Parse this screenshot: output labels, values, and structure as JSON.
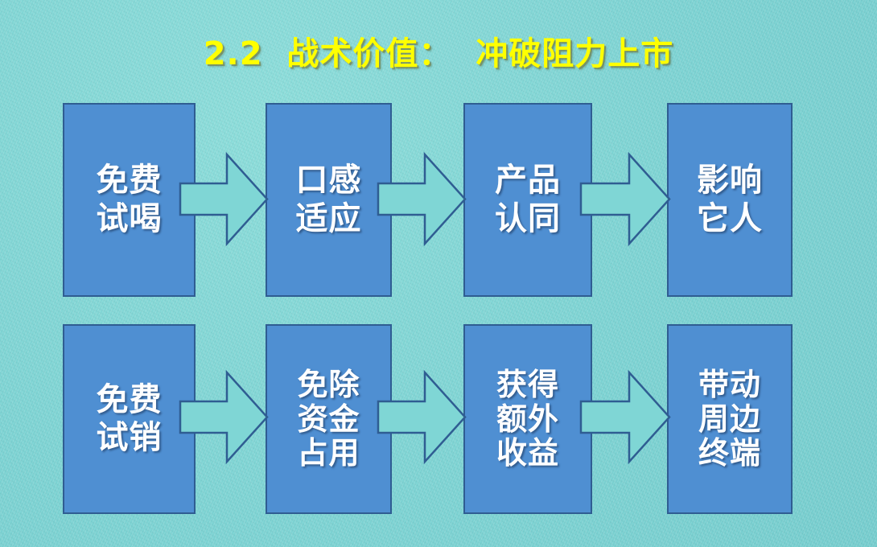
{
  "slide": {
    "title": "2.2  战术价值：  冲破阻力上市",
    "background_color": "#7fd6d5",
    "title_color": "#ffff00",
    "box_fill_color": "#4f8fd2",
    "box_border_color": "#2f5d92",
    "box_text_color": "#ffffff",
    "arrow_fill_color": "#7fd6d5",
    "arrow_border_color": "#2f5d92"
  },
  "flow": {
    "rows": [
      {
        "name": "tactical-value-row-1",
        "nodes": [
          {
            "label": "免费\n试喝"
          },
          {
            "label": "口感\n适应"
          },
          {
            "label": "产品\n认同"
          },
          {
            "label": "影响\n它人"
          }
        ],
        "arrows": [
          {
            "name": "arrow-row1-1"
          },
          {
            "name": "arrow-row1-2"
          },
          {
            "name": "arrow-row1-3"
          }
        ]
      },
      {
        "name": "tactical-value-row-2",
        "nodes": [
          {
            "label": "免费\n试销"
          },
          {
            "label": "免除\n资金\n占用"
          },
          {
            "label": "获得\n额外\n收益"
          },
          {
            "label": "带动\n周边\n终端"
          }
        ],
        "arrows": [
          {
            "name": "arrow-row2-1"
          },
          {
            "name": "arrow-row2-2"
          },
          {
            "name": "arrow-row2-3"
          }
        ]
      }
    ]
  }
}
